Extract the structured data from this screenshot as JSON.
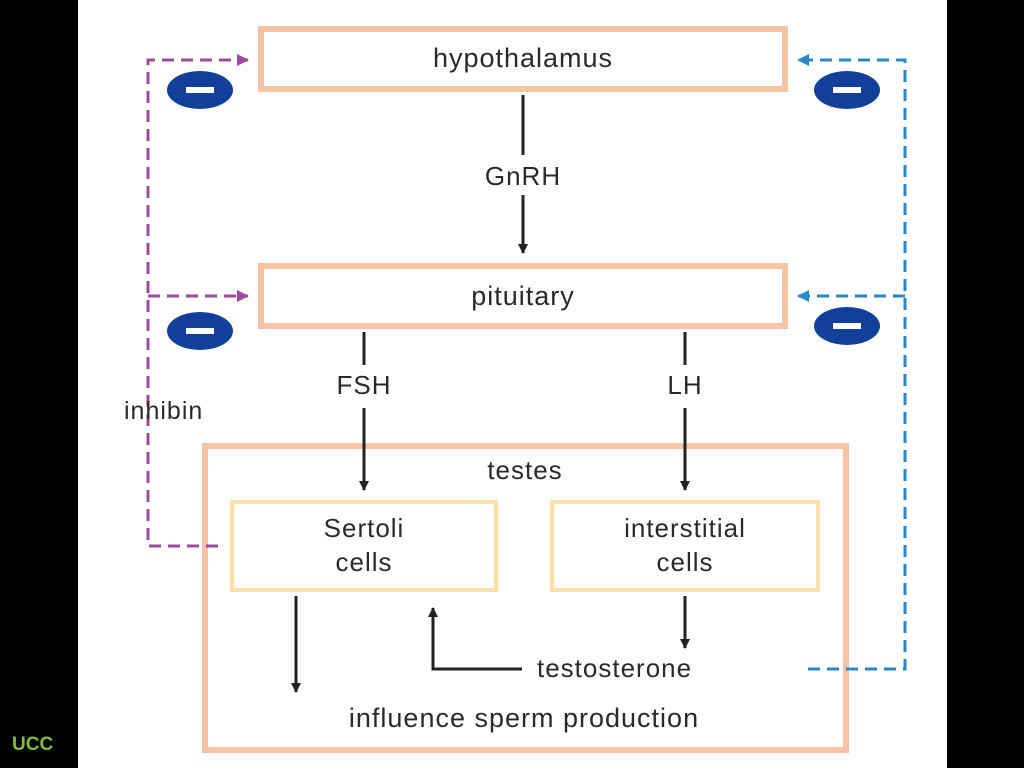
{
  "diagram": {
    "hypothalamus": "hypothalamus",
    "pituitary": "pituitary",
    "gnrh": "GnRH",
    "fsh": "FSH",
    "lh": "LH",
    "inhibin": "inhibin",
    "testes": "testes",
    "sertoli": [
      "Sertoli",
      "cells"
    ],
    "interstitial": [
      "interstitial",
      "cells"
    ],
    "testosterone": "testosterone",
    "outcome": "influence sperm production",
    "inhibit_symbol": "−"
  },
  "colors": {
    "inhibin_path": "#9b4a9e",
    "testosterone_path": "#2b86c5",
    "minus_badge": "#123f9a",
    "box_border": "#f6c3a4",
    "cell_border": "#fbe3a8"
  },
  "branding": {
    "logo": "UCC"
  }
}
